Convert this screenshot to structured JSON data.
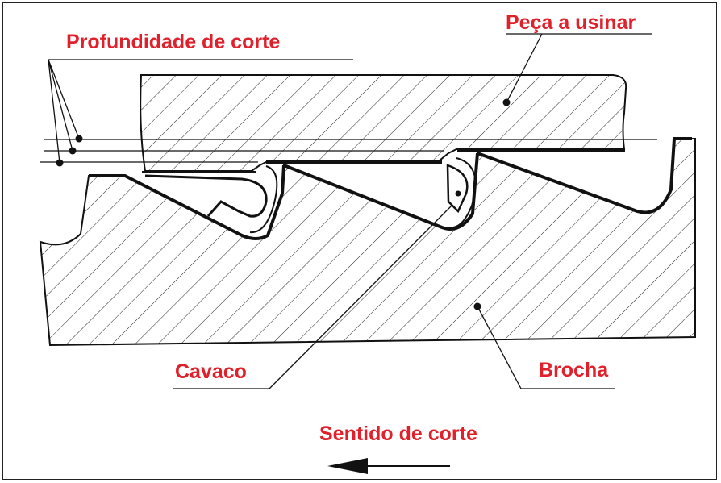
{
  "labels": {
    "depth": "Profundidade de corte",
    "workpiece": "Peça a usinar",
    "chip": "Cavaco",
    "broach": "Brocha",
    "direction": "Sentido de corte"
  },
  "colors": {
    "label": "#e0202a",
    "line": "#111111",
    "background": "#ffffff"
  },
  "icons": {
    "direction_arrow": "arrow-left-icon"
  }
}
